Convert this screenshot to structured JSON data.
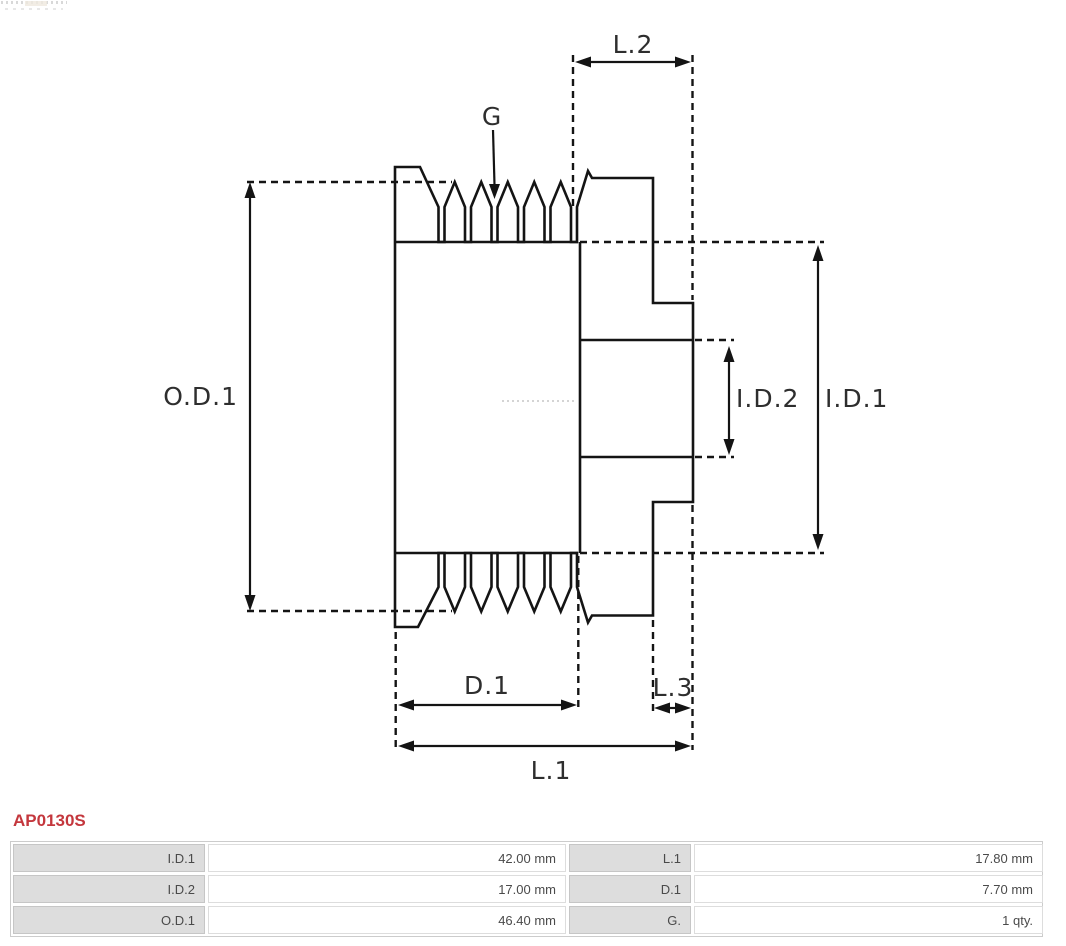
{
  "part": {
    "number": "AP0130S",
    "number_color": "#c4373d"
  },
  "drawing": {
    "type": "pulley-cross-section",
    "line_color": "#141414",
    "labels": {
      "od1": "O.D.1",
      "g": "G",
      "l2": "L.2",
      "id2": "I.D.2",
      "id1": "I.D.1",
      "d1": "D.1",
      "l3": "L.3",
      "l1": "L.1"
    }
  },
  "spec_table": {
    "rows": [
      {
        "left_label": "I.D.1",
        "left_value": "42.00 mm",
        "right_label": "L.1",
        "right_value": "17.80 mm"
      },
      {
        "left_label": "I.D.2",
        "left_value": "17.00 mm",
        "right_label": "D.1",
        "right_value": "7.70 mm"
      },
      {
        "left_label": "O.D.1",
        "left_value": "46.40 mm",
        "right_label": "G.",
        "right_value": "1 qty."
      }
    ]
  }
}
